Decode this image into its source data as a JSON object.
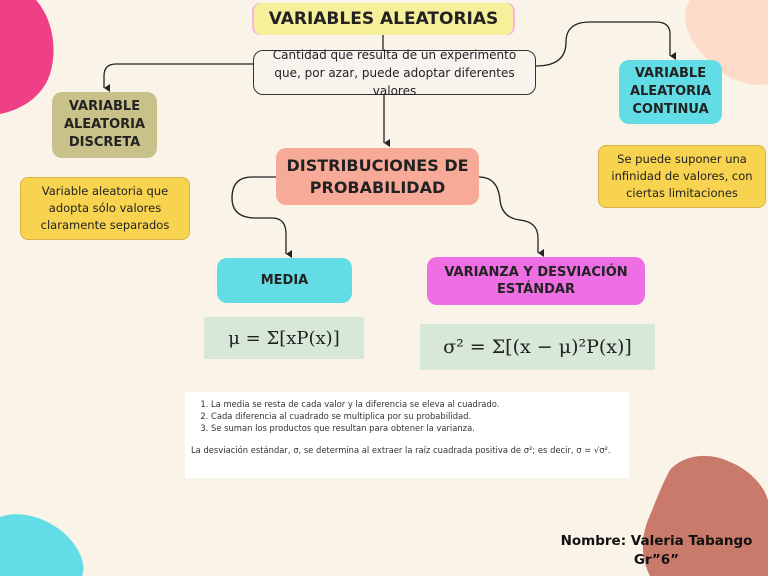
{
  "title": "VARIABLES ALEATORIAS",
  "definition": "Cantidad que resulta de un experimento que, por azar, puede adoptar diferentes valores",
  "discreta": {
    "label": "VARIABLE ALEATORIA DISCRETA",
    "description": "Variable aleatoria que adopta sólo valores claramente separados"
  },
  "continua": {
    "label": "VARIABLE ALEATORIA CONTINUA",
    "description": "Se puede suponer una infinidad de valores, con ciertas limitaciones"
  },
  "distribuciones": "DISTRIBUCIONES DE PROBABILIDAD",
  "media": {
    "label": "MEDIA",
    "formula": "μ = Σ[xP(x)]"
  },
  "varianza": {
    "label": "VARIANZA Y DESVIACIÓN ESTÁNDAR",
    "formula": "σ² = Σ[(x − μ)²P(x)]"
  },
  "notes": {
    "steps": [
      "La media se resta de cada valor y la diferencia se eleva al cuadrado.",
      "Cada diferencia al cuadrado se multiplica por su probabilidad.",
      "Se suman los productos que resultan para obtener la varianza."
    ],
    "extra": "La desviación estándar, σ, se determina al extraer la raíz cuadrada positiva de σ²; es decir, σ = √σ²."
  },
  "author": {
    "name": "Nombre: Valeria Tabango",
    "group": "Gr”6”"
  },
  "colors": {
    "background": "#faf3e8",
    "pink_blob": "#ef3f86",
    "peach_blob": "#fcdcc9",
    "terracotta_blob": "#c97a6b",
    "cyan": "#63dde5",
    "yellow": "#f8d34f",
    "olive": "#c8c28a",
    "salmon": "#f8aa99",
    "magenta": "#ee6ee3"
  }
}
